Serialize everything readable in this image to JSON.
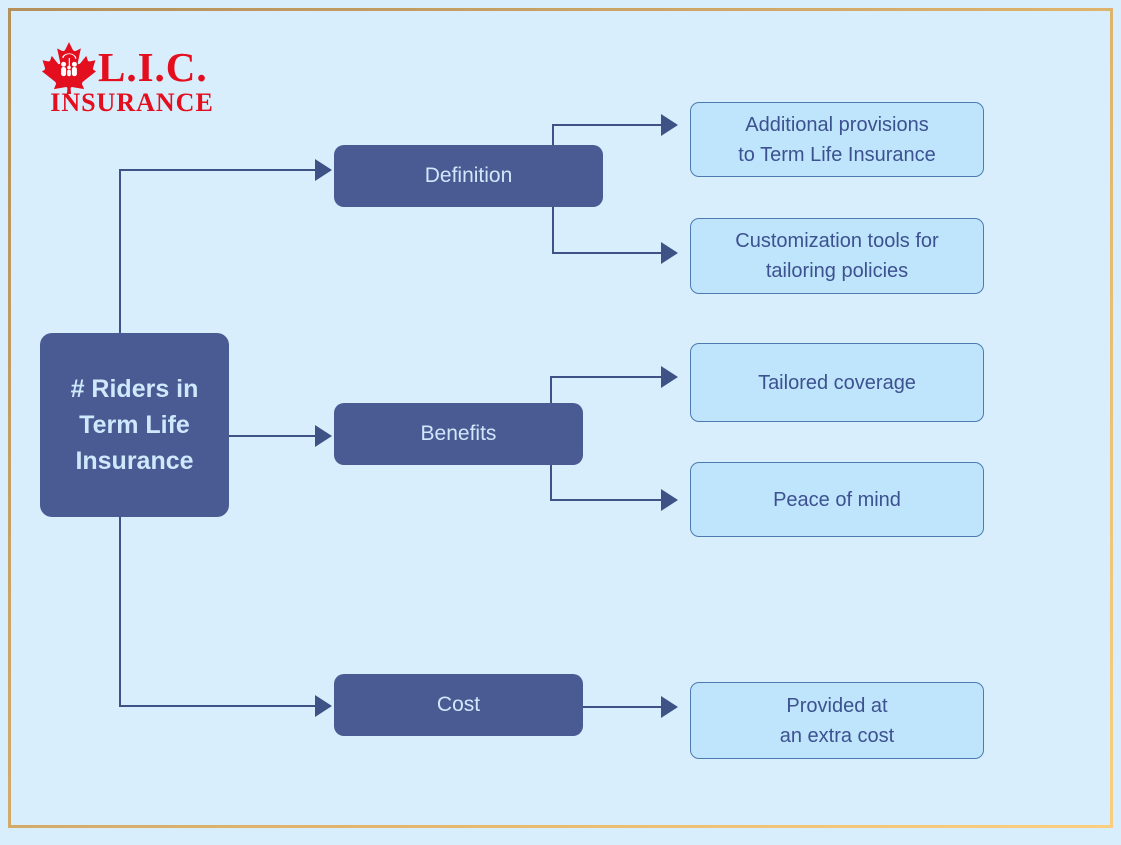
{
  "logo": {
    "brand": "L.I.C.",
    "subtitle": "INSURANCE",
    "icon": "maple-leaf-family-icon",
    "brand_color": "#e30e1e"
  },
  "colors": {
    "background": "#d8eefc",
    "frame_gold_dark": "#b3905c",
    "frame_gold_light": "#f9cf7f",
    "node_dark_fill": "#4a5a92",
    "node_dark_text": "#cfe9fc",
    "leaf_fill": "#bee5fb",
    "leaf_border": "#4d7bb0",
    "leaf_text": "#3d5190",
    "connector": "#3e5286"
  },
  "diagram": {
    "root": {
      "label": "# Riders in\nTerm Life\nInsurance"
    },
    "branches": [
      {
        "label": "Definition",
        "children": [
          {
            "text": "Additional provisions\nto Term Life Insurance"
          },
          {
            "text": "Customization tools for\ntailoring policies"
          }
        ]
      },
      {
        "label": "Benefits",
        "children": [
          {
            "text": "Tailored coverage"
          },
          {
            "text": "Peace of mind"
          }
        ]
      },
      {
        "label": "Cost",
        "children": [
          {
            "text": "Provided at\nan extra cost"
          }
        ]
      }
    ]
  }
}
